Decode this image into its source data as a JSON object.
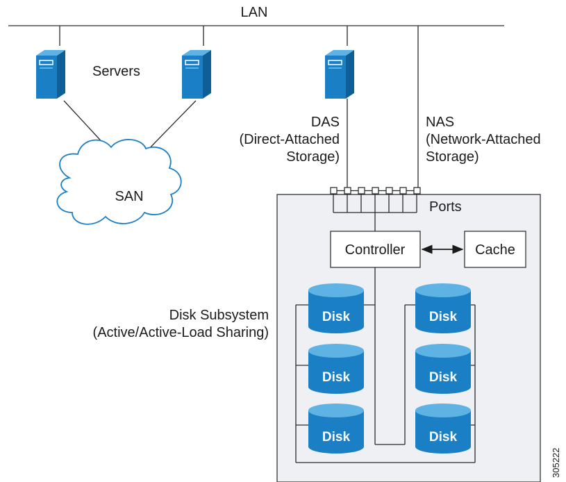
{
  "labels": {
    "lan": "LAN",
    "servers": "Servers",
    "san": "SAN",
    "das_line1": "DAS",
    "das_line2": "(Direct-Attached",
    "das_line3": "Storage)",
    "nas_line1": "NAS",
    "nas_line2": "(Network-Attached",
    "nas_line3": "Storage)",
    "ports": "Ports",
    "controller": "Controller",
    "cache": "Cache",
    "subsystem_line1": "Disk Subsystem",
    "subsystem_line2": "(Active/Active-Load Sharing)",
    "figure_id": "305222"
  },
  "disks": [
    {
      "label": "Disk"
    },
    {
      "label": "Disk"
    },
    {
      "label": "Disk"
    },
    {
      "label": "Disk"
    },
    {
      "label": "Disk"
    },
    {
      "label": "Disk"
    }
  ],
  "colors": {
    "server_body": "#1a7fc4",
    "server_side": "#0e5e98",
    "server_top": "#5fb2e4",
    "disk_body": "#1a7fc4",
    "disk_top": "#5fb2e4",
    "subsystem_fill": "#eef0f4",
    "cloud_stroke": "#1a7fc4"
  },
  "icons": [
    "server-icon",
    "cloud-icon",
    "disk-icon",
    "port-icon",
    "double-arrow-icon"
  ]
}
